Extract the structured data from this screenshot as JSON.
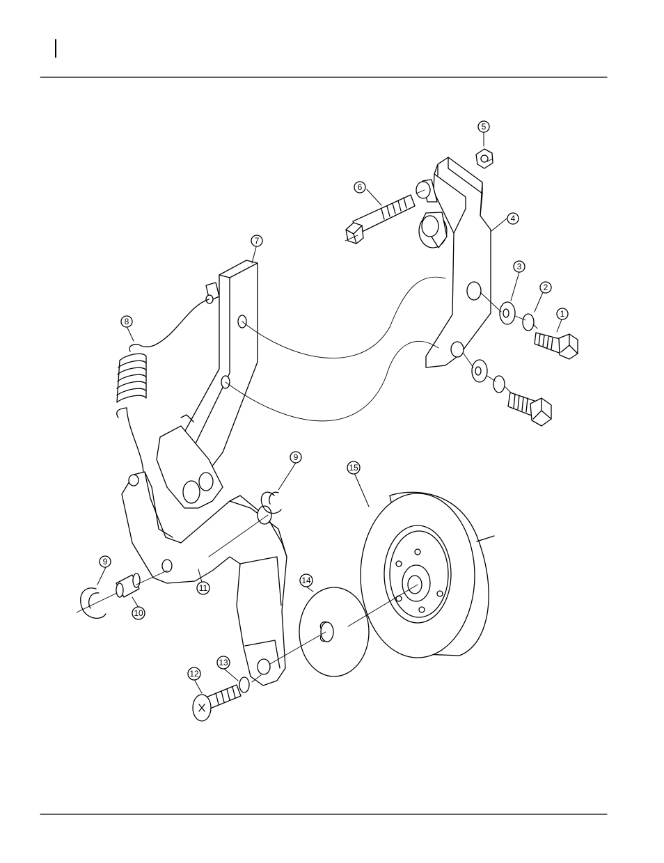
{
  "callouts": [
    {
      "id": "c1",
      "label": "1"
    },
    {
      "id": "c2",
      "label": "2"
    },
    {
      "id": "c3",
      "label": "3"
    },
    {
      "id": "c4",
      "label": "4"
    },
    {
      "id": "c5",
      "label": "5"
    },
    {
      "id": "c6",
      "label": "6"
    },
    {
      "id": "c7",
      "label": "7"
    },
    {
      "id": "c8",
      "label": "8"
    },
    {
      "id": "c9a",
      "label": "9"
    },
    {
      "id": "c9b",
      "label": "9"
    },
    {
      "id": "c10",
      "label": "10"
    },
    {
      "id": "c11",
      "label": "11"
    },
    {
      "id": "c12",
      "label": "12"
    },
    {
      "id": "c13",
      "label": "13"
    },
    {
      "id": "c14",
      "label": "14"
    },
    {
      "id": "c15",
      "label": "15"
    }
  ]
}
